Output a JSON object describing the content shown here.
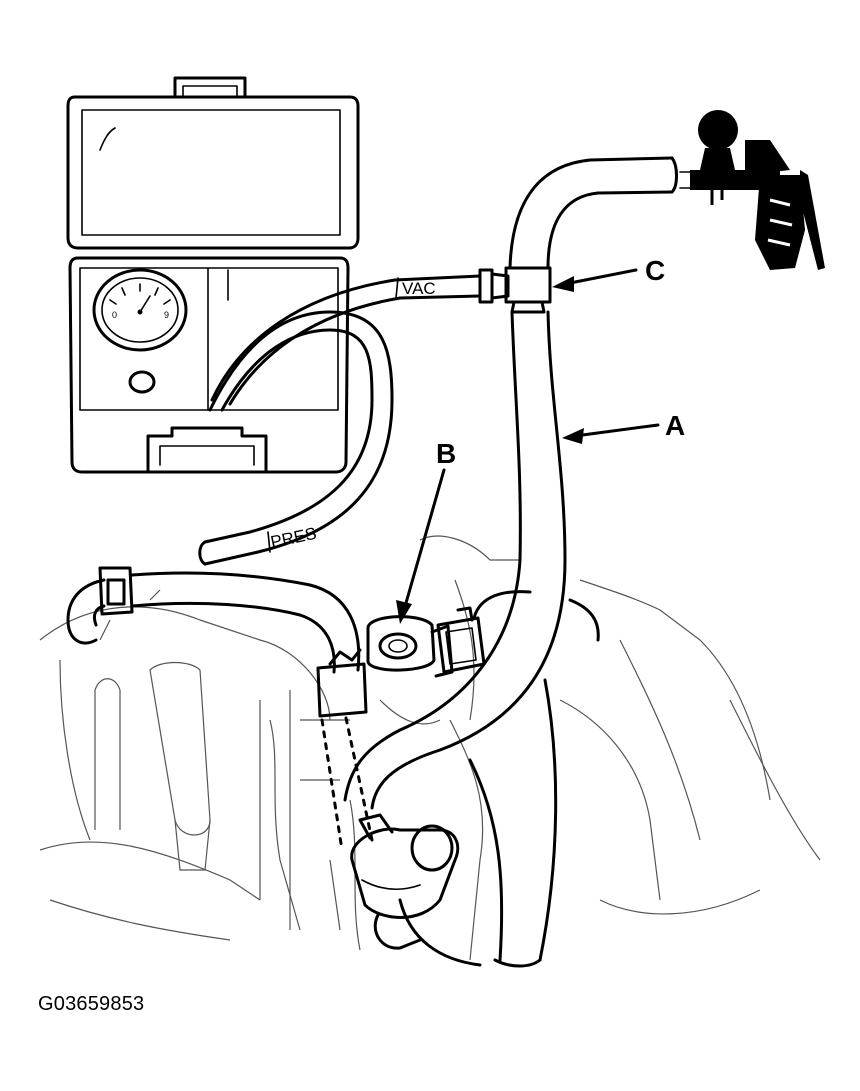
{
  "diagram": {
    "figure_id": "G03659853",
    "callouts": {
      "a": "A",
      "b": "B",
      "c": "C"
    },
    "hose_labels": {
      "vac": "VAC",
      "pres": "PRES"
    },
    "gauge_numbers": {
      "left": "0",
      "right": "9"
    }
  }
}
